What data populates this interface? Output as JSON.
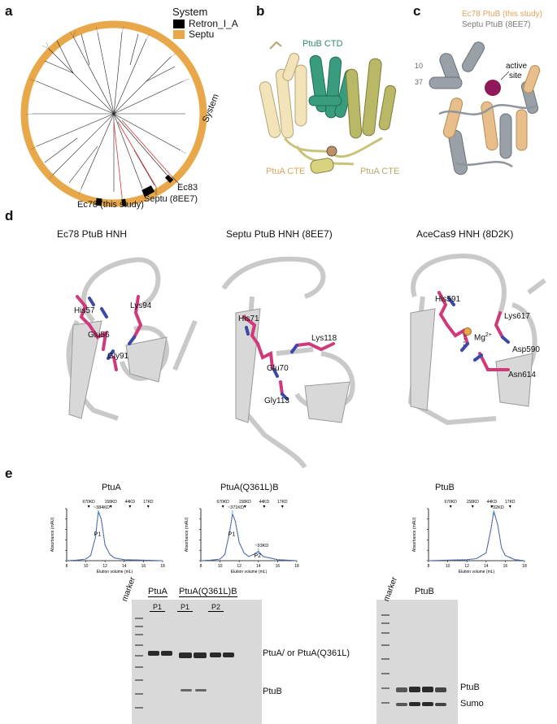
{
  "panels": {
    "a": "a",
    "b": "b",
    "c": "c",
    "d": "d",
    "e": "e"
  },
  "panel_a": {
    "legend_title": "System",
    "legend": [
      {
        "label": "Retron_I_A",
        "color": "#000000"
      },
      {
        "label": "Septu",
        "color": "#E8A84A"
      }
    ],
    "ring_label": "System",
    "labels": [
      "Ec83",
      "Septu (8EE7)",
      "Ec78 (this study)"
    ]
  },
  "panel_b": {
    "labels": [
      "PtuB CTD",
      "PtuA CTE",
      "PtuA CTE"
    ]
  },
  "panel_c": {
    "legend": [
      "Ec78 PtuB (this study)",
      "Septu PtuB (8EE7)"
    ],
    "numbers": [
      "10",
      "37"
    ],
    "site_label": [
      "active",
      "site"
    ]
  },
  "panel_d": {
    "titles": [
      "Ec78 PtuB HNH",
      "Septu PtuB HNH (8EE7)",
      "AceCas9 HNH (8D2K)"
    ],
    "residues1": [
      "His57",
      "Lys94",
      "Glu56",
      "Gly91"
    ],
    "residues2": [
      "His71",
      "Lys118",
      "Glu70",
      "Gly113"
    ],
    "residues3": [
      "His591",
      "Lys617",
      "Mg",
      "2+",
      "Asp590",
      "Asn614"
    ]
  },
  "panel_e": {
    "charts": [
      {
        "title": "PtuA",
        "peaks": [
          "~384KD"
        ],
        "peak_labels": [
          "P1"
        ]
      },
      {
        "title": "PtuA(Q361L)B",
        "peaks": [
          "~371KD",
          "~93KD"
        ],
        "peak_labels": [
          "P1",
          "P2"
        ]
      },
      {
        "title": "PtuB",
        "peaks": [
          "~32KD"
        ],
        "peak_labels": []
      }
    ],
    "markers": [
      "670KD",
      "158KD",
      "44KD",
      "17KD"
    ],
    "xlabel": "Elution volume (mL)",
    "ylabel": "Absorbance (mAU)",
    "xticks": [
      "8",
      "10",
      "12",
      "14",
      "16",
      "18"
    ],
    "gel1": {
      "marker": "marker",
      "groups": [
        "PtuA",
        "PtuA(Q361L)B"
      ],
      "subgroups": [
        "P1",
        "P1",
        "P2"
      ],
      "band_labels": [
        "PtuA/ or PtuA(Q361L)",
        "PtuB"
      ]
    },
    "gel2": {
      "marker": "marker",
      "group": "PtuB",
      "band_labels": [
        "PtuB",
        "Sumo"
      ]
    }
  },
  "chart_data": [
    {
      "type": "line",
      "title": "PtuA",
      "xlabel": "Elution volume (mL)",
      "ylabel": "Absorbance (mAU)",
      "x": [
        8,
        9,
        10,
        10.5,
        11,
        11.3,
        11.6,
        12,
        12.5,
        13,
        14,
        16,
        18
      ],
      "values": [
        0,
        1,
        3,
        10,
        45,
        95,
        80,
        30,
        12,
        5,
        2,
        1,
        0
      ]
    },
    {
      "type": "line",
      "title": "PtuA(Q361L)B",
      "xlabel": "Elution volume (mL)",
      "ylabel": "Absorbance (mAU)",
      "x": [
        8,
        9,
        10,
        10.5,
        11,
        11.3,
        11.6,
        12,
        12.5,
        13,
        13.5,
        14,
        14.5,
        16,
        18
      ],
      "values": [
        0,
        1,
        3,
        12,
        55,
        90,
        75,
        35,
        15,
        8,
        12,
        18,
        8,
        2,
        0
      ]
    },
    {
      "type": "line",
      "title": "PtuB",
      "xlabel": "Elution volume (mL)",
      "ylabel": "Absorbance (mAU)",
      "x": [
        8,
        10,
        12,
        13,
        14,
        14.5,
        14.8,
        15.2,
        15.6,
        16,
        17,
        18
      ],
      "values": [
        0,
        1,
        2,
        4,
        15,
        60,
        95,
        70,
        25,
        10,
        2,
        0
      ]
    }
  ]
}
